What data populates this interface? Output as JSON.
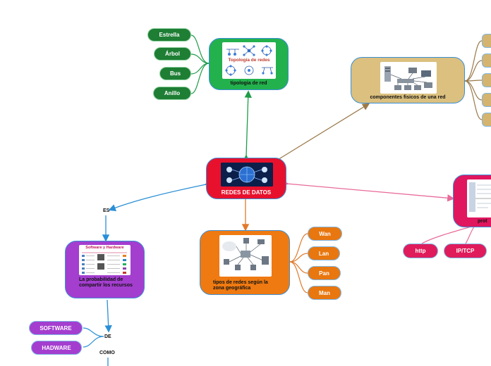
{
  "central": {
    "label": "REDES DE DATOS"
  },
  "topologia": {
    "image_title": "Topología de redes",
    "caption": "tipologia de red",
    "children": [
      "Estrella",
      "Árbol",
      "Bus",
      "Anillo"
    ]
  },
  "componentes": {
    "caption": "componentes fisicos de una red"
  },
  "protocolos": {
    "caption": "prot",
    "children": [
      "http",
      "IP/TCP"
    ]
  },
  "tipos": {
    "caption": "tipos de redes según la zona geográfica",
    "children": [
      "Wan",
      "Lan",
      "Pan",
      "Man"
    ]
  },
  "recursos": {
    "image_title": "Software y Hardware",
    "caption": "La probabilidad de compartir los recursos",
    "link_label": "ES",
    "children": [
      "SOFTWARE",
      "HADWARE"
    ],
    "de_label": "DE",
    "como_label": "COMO"
  },
  "colors": {
    "green": "#23b14d",
    "red": "#e8112d",
    "tan": "#dbc07f",
    "orange": "#ef7a12",
    "purple": "#a43ecf",
    "pink": "#e0165f"
  }
}
